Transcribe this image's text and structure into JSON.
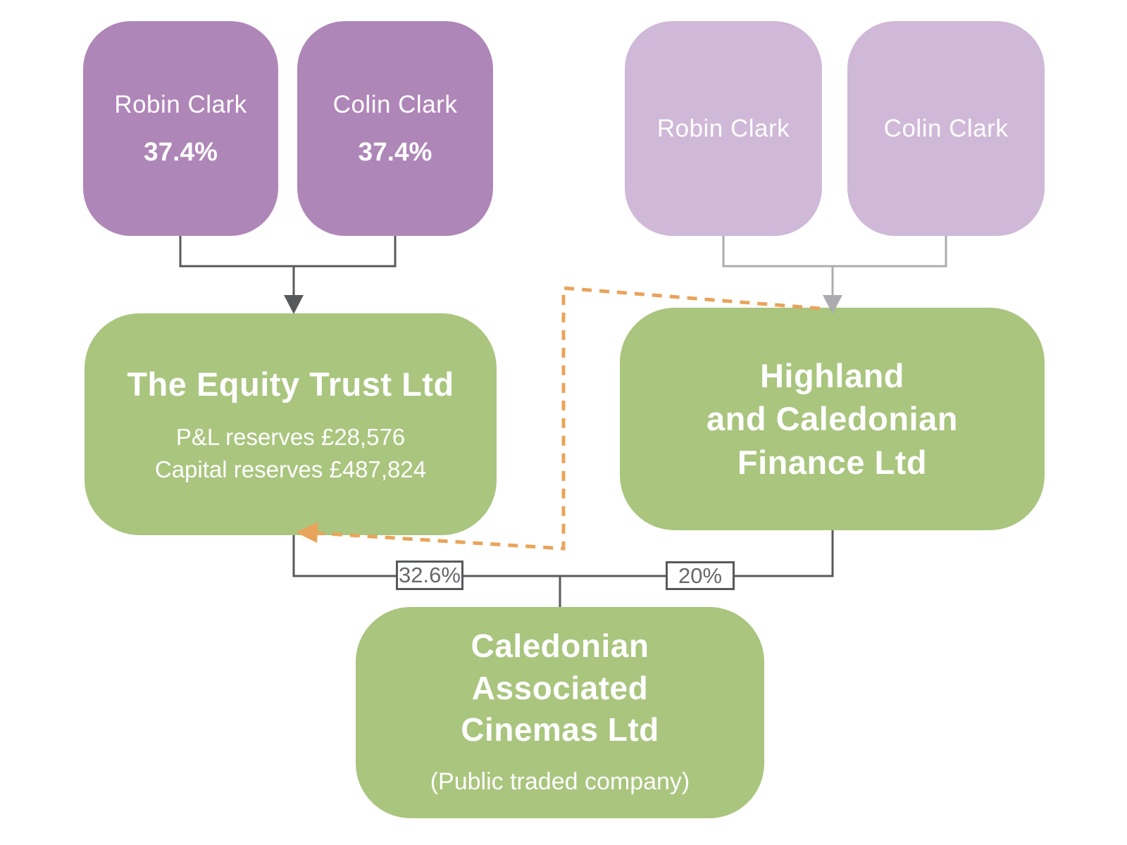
{
  "diagram": {
    "owners_direct": [
      {
        "name": "Robin Clark",
        "stake": "37.4%"
      },
      {
        "name": "Colin Clark",
        "stake": "37.4%"
      }
    ],
    "owners_secondary": [
      {
        "name": "Robin Clark"
      },
      {
        "name": "Colin Clark"
      }
    ],
    "equity_trust": {
      "title": "The Equity Trust Ltd",
      "details": "P&L reserves £28,576\nCapital reserves £487,824"
    },
    "highland": {
      "title": "Highland\nand Caledonian\nFinance Ltd"
    },
    "cinemas": {
      "title": "Caledonian\nAssociated\nCinemas Ltd",
      "subtitle": "(Public traded company)"
    },
    "edge_labels": {
      "equity_to_cinemas": "32.6%",
      "highland_to_cinemas": "20%"
    },
    "colors": {
      "purple_dark": "#AF86B8",
      "purple_light": "#D0B8D8",
      "green": "#A9C57E",
      "line_dark": "#58595B",
      "line_light": "#ACACAE",
      "dashed_orange": "#E9A45B",
      "label_text": "#66676A"
    }
  }
}
